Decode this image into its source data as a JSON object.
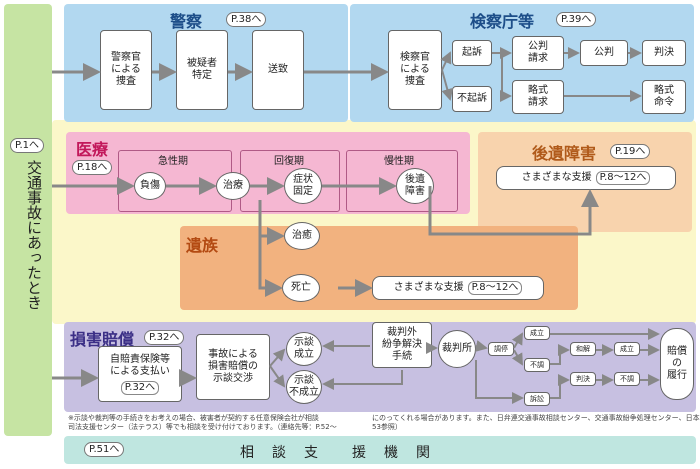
{
  "left": {
    "page": "P.1へ",
    "title": "交通事故にあったとき"
  },
  "police": {
    "title": "警察",
    "page": "P.38へ",
    "nodes": [
      "警察官\nによる\n捜査",
      "被疑者\n特定",
      "送致"
    ]
  },
  "prosecutor": {
    "title": "検察庁等",
    "page": "P.39へ",
    "nodes": [
      "検察官\nによる\n捜査",
      "起訴",
      "公判\n請求",
      "公判",
      "判決",
      "不起訴",
      "略式\n請求",
      "略式\n命令"
    ]
  },
  "medical": {
    "title": "医療",
    "page": "P.18へ",
    "phases": [
      "急性期",
      "回復期",
      "慢性期"
    ],
    "nodes": [
      "負傷",
      "治療",
      "症状\n固定",
      "後遺\n障害",
      "治癒"
    ]
  },
  "aftereffects": {
    "title": "後遺障害",
    "page": "P.19へ",
    "support": "さまざまな支援",
    "support_page": "P.8〜12へ"
  },
  "bereaved": {
    "title": "遺族",
    "death": "死亡",
    "support": "さまざまな支援",
    "support_page": "P.8〜12へ"
  },
  "damages": {
    "title": "損害賠償",
    "page": "P.32へ",
    "insurance": "自賠責保険等\nによる支払い",
    "insurance_page": "P.32へ",
    "negotiation": "事故による\n損害賠償の\n示談交渉",
    "settled": "示談\n成立",
    "unsettled": "示談\n不成立",
    "adr": "裁判外\n紛争解決\n手続",
    "court": "裁判所",
    "small": [
      "調停",
      "成立",
      "不調",
      "和解",
      "成立",
      "判決",
      "不調",
      "訴訟"
    ],
    "performance": "賠償\nの\n履行"
  },
  "notes": {
    "left": "※示談や裁判等の手続きをお考えの場合、被害者が契約する任意保険会社が相談\n司法支援センター（法テラス）等でも相談を受け付けております。（連絡先等：P.52〜",
    "right": "にのってくれる場合があります。また、日弁連交通事故相談センター、交通事故紛争処理センター、日本\n53参照）"
  },
  "bottom": {
    "page": "P.51へ",
    "title": "相　談　支　　援　機　関"
  },
  "colors": {
    "left_bar": "#c6e4a3",
    "blue": "#b2d8f0",
    "pink": "#f5b7d2",
    "orange": "#f2b27f",
    "peach": "#f8d3ad",
    "purple": "#c7c0e1",
    "bottom": "#bfe6e0",
    "yellow": "#fbf7c9",
    "arrow": "#888888"
  }
}
